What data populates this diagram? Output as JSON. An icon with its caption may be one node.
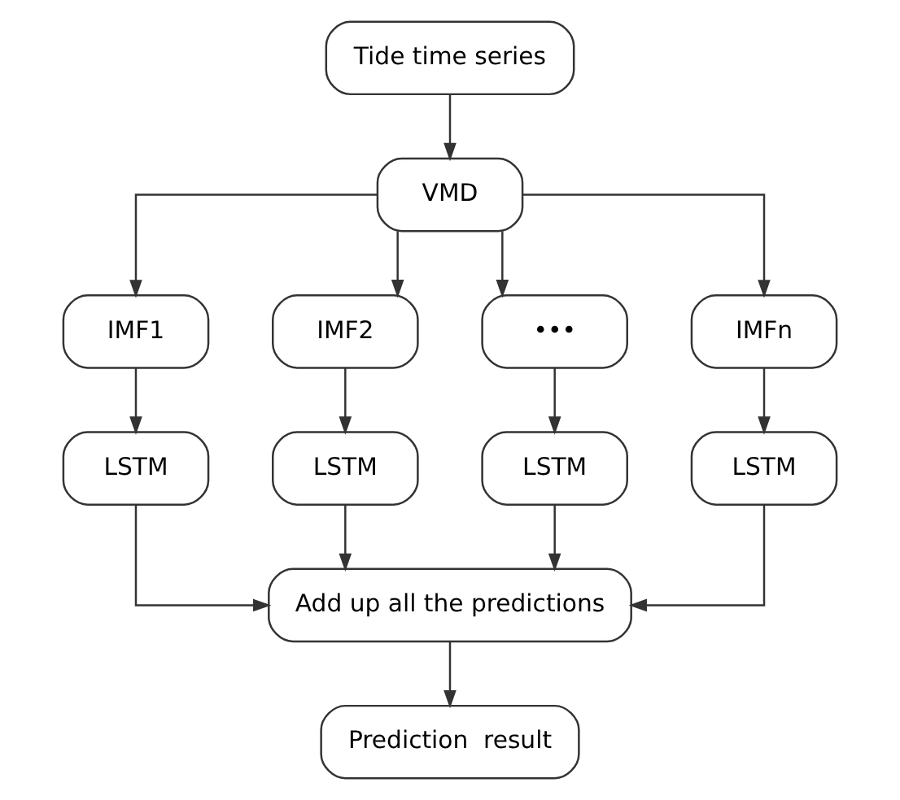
{
  "diagram": {
    "nodes": [
      {
        "text": [
          "Tide time series"
        ]
      },
      {
        "text": [
          "VMD"
        ]
      },
      {
        "text": [
          "IMF1"
        ]
      },
      {
        "text": [
          "IMF2"
        ]
      },
      {
        "text": [
          "•••"
        ]
      },
      {
        "text": [
          "IMFn"
        ]
      },
      {
        "text": [
          "LSTM"
        ]
      },
      {
        "text": [
          "LSTM"
        ]
      },
      {
        "text": [
          "LSTM"
        ]
      },
      {
        "text": [
          "LSTM"
        ]
      },
      {
        "text": [
          "Add up all the predictions"
        ]
      },
      {
        "text": [
          "Prediction  result"
        ]
      }
    ],
    "edges": [
      {
        "from": 0,
        "to": 1,
        "arrow": "to"
      },
      {
        "from": 1,
        "to": 2,
        "arrow": "to"
      },
      {
        "from": 1,
        "to": 3,
        "arrow": "to"
      },
      {
        "from": 1,
        "to": 4,
        "arrow": "to"
      },
      {
        "from": 1,
        "to": 5,
        "arrow": "to"
      },
      {
        "from": 2,
        "to": 6,
        "arrow": "to"
      },
      {
        "from": 3,
        "to": 7,
        "arrow": "to"
      },
      {
        "from": 4,
        "to": 8,
        "arrow": "to"
      },
      {
        "from": 5,
        "to": 9,
        "arrow": "to"
      },
      {
        "from": 6,
        "to": 10,
        "arrow": "to"
      },
      {
        "from": 7,
        "to": 10,
        "arrow": "to"
      },
      {
        "from": 8,
        "to": 10,
        "arrow": "to"
      },
      {
        "from": 9,
        "to": 10,
        "arrow": "to"
      },
      {
        "from": 10,
        "to": 11,
        "arrow": "to"
      }
    ]
  }
}
